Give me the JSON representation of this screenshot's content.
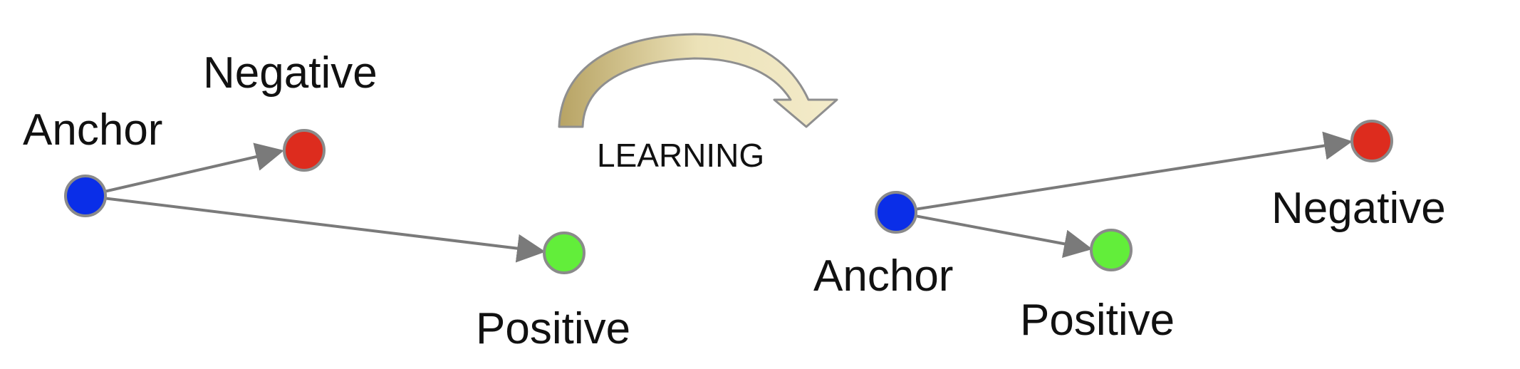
{
  "before": {
    "anchor_label": "Anchor",
    "negative_label": "Negative",
    "positive_label": "Positive"
  },
  "learning_label": "LEARNING",
  "after": {
    "anchor_label": "Anchor",
    "negative_label": "Negative",
    "positive_label": "Positive"
  },
  "colors": {
    "anchor": "#0a2ee8",
    "negative": "#dd2c1e",
    "positive": "#62ee3a",
    "edge": "#7a7a7a",
    "arrow_fill": "#d8c48c",
    "arrow_stroke": "#8f8f8f"
  }
}
